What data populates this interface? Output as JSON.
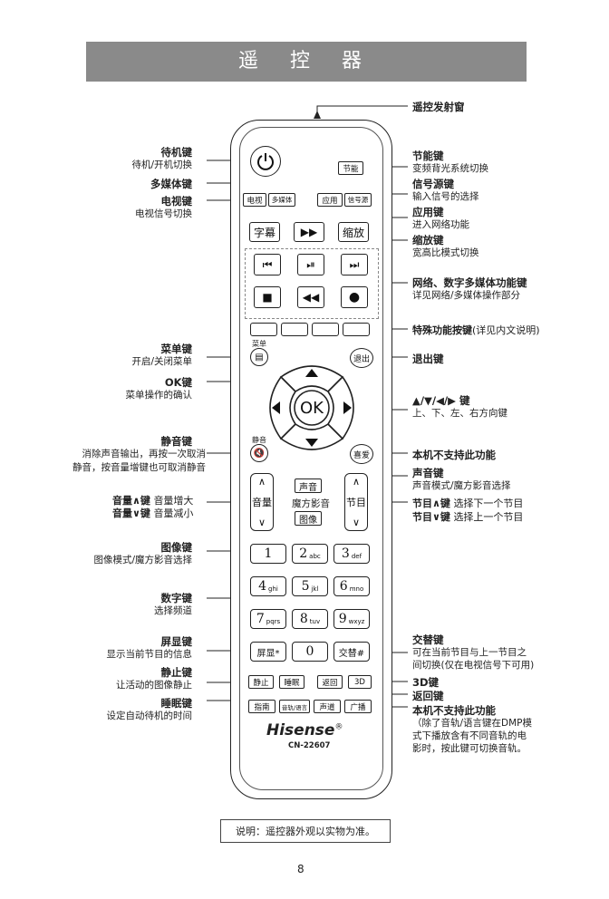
{
  "header": {
    "title": "遥 控 器"
  },
  "remote": {
    "brand": "Hisense",
    "reg": "®",
    "model": "CN-22607",
    "keys": {
      "save": "节能",
      "tv": "电视",
      "media": "多媒体",
      "app": "应用",
      "source": "信号源",
      "subtitle": "字幕",
      "zoom": "缩放",
      "menu_small": "菜单",
      "exit": "退出",
      "ok": "OK",
      "mute_small": "静音",
      "fav": "喜爱",
      "vol": "音量",
      "sound": "声音",
      "magic": "魔方影音",
      "picture": "图像",
      "prog": "节目",
      "num1": "1",
      "num2": "2",
      "num3": "3",
      "num4": "4",
      "num5": "5",
      "num6": "6",
      "num7": "7",
      "num8": "8",
      "num9": "9",
      "num0": "0",
      "sub2": "abc",
      "sub3": "def",
      "sub4": "ghi",
      "sub5": "jkl",
      "sub6": "mno",
      "sub7": "pqrs",
      "sub8": "tuv",
      "sub9": "wxyz",
      "display": "屏显*",
      "swap": "交替#",
      "freeze": "静止",
      "sleep": "睡眠",
      "back": "返回",
      "threed": "3D",
      "guide": "指南",
      "lang": "音轨/语言",
      "audio": "声道",
      "broadcast": "广播"
    }
  },
  "left_labels": [
    {
      "title": "待机键",
      "desc": "待机/开机切换"
    },
    {
      "title": "多媒体键",
      "desc": ""
    },
    {
      "title": "电视键",
      "desc": "电视信号切换"
    },
    {
      "title": "菜单键",
      "desc": "开启/关闭菜单"
    },
    {
      "title": "OK键",
      "desc": "菜单操作的确认"
    },
    {
      "title": "静音键",
      "desc": "消除声音输出，再按一次取消",
      "desc2": "静音，按音量增键也可取消静音"
    },
    {
      "title": "音量∧键",
      "desc": "音量增大"
    },
    {
      "title": "音量∨键",
      "desc": "音量减小"
    },
    {
      "title": "图像键",
      "desc": "图像模式/魔方影音选择"
    },
    {
      "title": "数字键",
      "desc": "选择频道"
    },
    {
      "title": "屏显键",
      "desc": "显示当前节目的信息"
    },
    {
      "title": "静止键",
      "desc": "让活动的图像静止"
    },
    {
      "title": "睡眠键",
      "desc": "设定自动待机的时间"
    }
  ],
  "right_labels": [
    {
      "title": "遥控发射窗",
      "desc": ""
    },
    {
      "title": "节能键",
      "desc": "变频背光系统切换"
    },
    {
      "title": "信号源键",
      "desc": "输入信号的选择"
    },
    {
      "title": "应用键",
      "desc": "进入网络功能"
    },
    {
      "title": "缩放键",
      "desc": "宽高比模式切换"
    },
    {
      "title": "网络、数字多媒体功能键",
      "desc": "详见网络/多媒体操作部分"
    },
    {
      "title": "特殊功能按键",
      "desc": "(详见内文说明)"
    },
    {
      "title": "退出键",
      "desc": ""
    },
    {
      "title": "▲/▼/◀/▶ 键",
      "desc": "上、下、左、右方向键"
    },
    {
      "title": "本机不支持此功能",
      "desc": ""
    },
    {
      "title": "声音键",
      "desc": "声音模式/魔方影音选择"
    },
    {
      "title": "节目∧键",
      "desc": "选择下一个节目"
    },
    {
      "title": "节目∨键",
      "desc": "选择上一个节目"
    },
    {
      "title": "交替键",
      "desc": "可在当前节目与上一节目之",
      "desc2": "间切换(仅在电视信号下可用)"
    },
    {
      "title": "3D键",
      "desc": ""
    },
    {
      "title": "返回键",
      "desc": ""
    },
    {
      "title": "本机不支持此功能",
      "desc": "（除了音轨/语言键在DMP模",
      "desc2": "式下播放含有不同音轨的电",
      "desc3": "影时，按此键可切换音轨。"
    }
  ],
  "footer": {
    "note": "说明：遥控器外观以实物为准。",
    "page": "8"
  }
}
